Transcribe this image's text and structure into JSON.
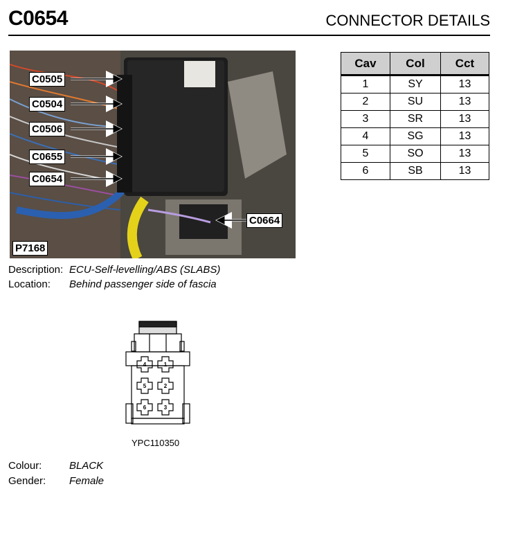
{
  "header": {
    "title": "C0654",
    "heading": "CONNECTOR DETAILS"
  },
  "photo": {
    "reference": "P7168",
    "callouts": [
      "C0505",
      "C0504",
      "C0506",
      "C0655",
      "C0654",
      "C0664"
    ]
  },
  "pin_table": {
    "headers": [
      "Cav",
      "Col",
      "Cct"
    ],
    "rows": [
      [
        "1",
        "SY",
        "13"
      ],
      [
        "2",
        "SU",
        "13"
      ],
      [
        "3",
        "SR",
        "13"
      ],
      [
        "4",
        "SG",
        "13"
      ],
      [
        "5",
        "SO",
        "13"
      ],
      [
        "6",
        "SB",
        "13"
      ]
    ]
  },
  "details": {
    "description_label": "Description:",
    "description": "ECU-Self-levelling/ABS (SLABS)",
    "location_label": "Location:",
    "location": "Behind passenger side of fascia",
    "colour_label": "Colour:",
    "colour": "BLACK",
    "gender_label": "Gender:",
    "gender": "Female"
  },
  "connector": {
    "part_number": "YPC110350",
    "cavities": [
      "4",
      "1",
      "5",
      "2",
      "6",
      "3"
    ]
  }
}
